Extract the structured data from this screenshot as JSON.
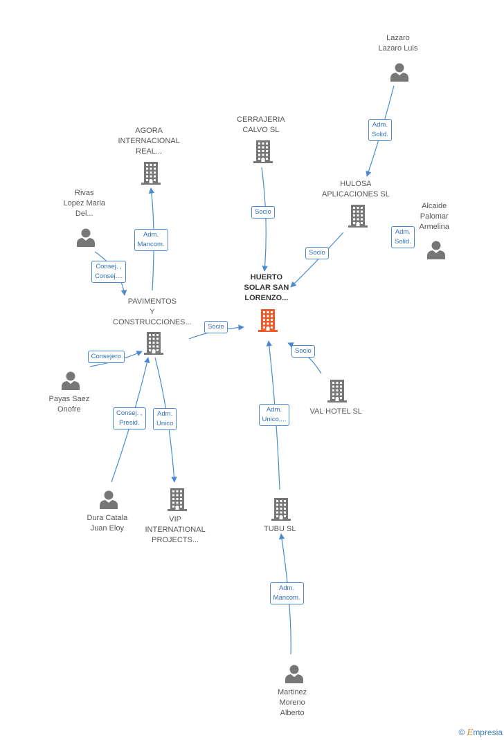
{
  "nodes": {
    "main": {
      "lines": [
        "HUERTO",
        "SOLAR SAN",
        "LORENZO..."
      ]
    },
    "lazaro": {
      "lines": [
        "Lazaro",
        "Lazaro Luis"
      ]
    },
    "cerrajeria": {
      "lines": [
        "CERRAJERIA",
        "CALVO  SL"
      ]
    },
    "agora": {
      "lines": [
        "AGORA",
        "INTERNACIONAL",
        "REAL..."
      ]
    },
    "hulosa": {
      "lines": [
        "HULOSA",
        "APLICACIONES SL"
      ]
    },
    "rivas": {
      "lines": [
        "Rivas",
        "Lopez Maria",
        "Del..."
      ]
    },
    "alcaide": {
      "lines": [
        "Alcaide",
        "Palomar",
        "Armelina"
      ]
    },
    "pavimentos": {
      "lines": [
        "PAVIMENTOS",
        "Y",
        "CONSTRUCCIONES..."
      ]
    },
    "payas": {
      "lines": [
        "Payas Saez",
        "Onofre"
      ]
    },
    "valhotel": {
      "lines": [
        "VAL HOTEL SL"
      ]
    },
    "dura": {
      "lines": [
        "Dura Catala",
        "Juan Eloy"
      ]
    },
    "vip": {
      "lines": [
        "VIP",
        "INTERNATIONAL",
        "PROJECTS..."
      ]
    },
    "tubu": {
      "lines": [
        "TUBU SL"
      ]
    },
    "martinez": {
      "lines": [
        "Martinez",
        "Moreno",
        "Alberto"
      ]
    }
  },
  "edges": {
    "lazaro_hulosa": {
      "lines": [
        "Adm.",
        "Solid."
      ]
    },
    "cerrajeria_main": {
      "lines": [
        "Socio"
      ]
    },
    "hulosa_main": {
      "lines": [
        "Socio"
      ]
    },
    "pavimentos_agora": {
      "lines": [
        "Adm.",
        "Mancom."
      ]
    },
    "alcaide_hulosa": {
      "lines": [
        "Adm.",
        "Solid."
      ]
    },
    "rivas_pavimentos": {
      "lines": [
        "Consej. ,",
        "Consej...."
      ]
    },
    "pavimentos_main": {
      "lines": [
        "Socio"
      ]
    },
    "valhotel_main": {
      "lines": [
        "Socio"
      ]
    },
    "payas_pavimentos": {
      "lines": [
        "Consejero"
      ]
    },
    "dura_pavimentos": {
      "lines": [
        "Consej. ,",
        "Presid."
      ]
    },
    "pavimentos_vip": {
      "lines": [
        "Adm.",
        "Unico"
      ]
    },
    "tubu_main": {
      "lines": [
        "Adm.",
        "Unico,..."
      ]
    },
    "martinez_tubu": {
      "lines": [
        "Adm.",
        "Mancom."
      ]
    }
  },
  "footer": {
    "copyright": "©",
    "brand_initial": "E",
    "brand_rest": "mpresia"
  },
  "colors": {
    "edge": "#4a8ad0",
    "icon": "#777777",
    "main_icon": "#f05a28"
  },
  "icons": {
    "person": "person-icon",
    "building": "building-icon"
  }
}
